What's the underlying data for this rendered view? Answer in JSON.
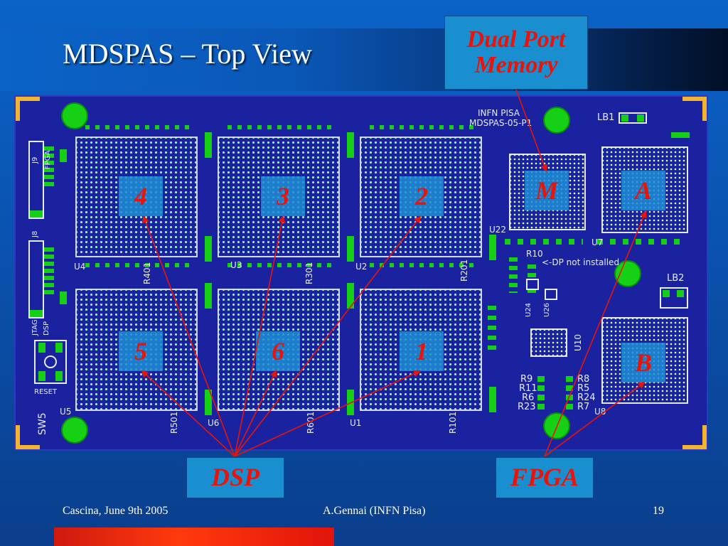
{
  "slide": {
    "title": "MDSPAS – Top View",
    "footer_left": "Cascina, June 9th 2005",
    "footer_center": "A.Gennai (INFN Pisa)",
    "page_number": "19"
  },
  "callouts": {
    "dual_port_line1": "Dual Port",
    "dual_port_line2": "Memory",
    "dsp": "DSP",
    "fpga": "FPGA"
  },
  "chips": {
    "dsp4": "4",
    "dsp3": "3",
    "dsp2": "2",
    "dsp5": "5",
    "dsp6": "6",
    "dsp1": "1",
    "memory": "M",
    "fpga_a": "A",
    "fpga_b": "B"
  },
  "silkscreen": {
    "brand_line1": "INFN PISA",
    "brand_line2": "MDSPAS-05-P1",
    "lb1": "LB1",
    "lb2": "LB2",
    "u4": "U4",
    "u3": "U3",
    "u2": "U2",
    "u5": "U5",
    "u6": "U6",
    "u1": "U1",
    "u22": "U22",
    "u7": "U7",
    "u8": "U8",
    "u10": "U10",
    "u24": "U24",
    "u26": "U26",
    "r401": "R401",
    "r301": "R301",
    "r201": "R201",
    "r501": "R501",
    "r601": "R601",
    "r101": "R101",
    "r10": "R10",
    "dp_note": "<-DP not installed",
    "r9": "R9",
    "r11": "R11",
    "r6": "R6",
    "r23": "R23",
    "r8": "R8",
    "r5": "R5",
    "r24": "R24",
    "r7": "R7",
    "j9": "J9",
    "j8": "J8",
    "fpga_small": "FPGA",
    "dsp_small": "DSP",
    "jtag": "JTAG",
    "reset": "RESET",
    "sw5": "SW5"
  },
  "colors": {
    "background": "#0a56b4",
    "board": "#1a22a0",
    "callout_fill": "#1a8fd0",
    "callout_text": "#e8140a",
    "arrow": "#e8140a",
    "corner_bracket": "#f3b530",
    "mounting_hole": "#16d016"
  }
}
